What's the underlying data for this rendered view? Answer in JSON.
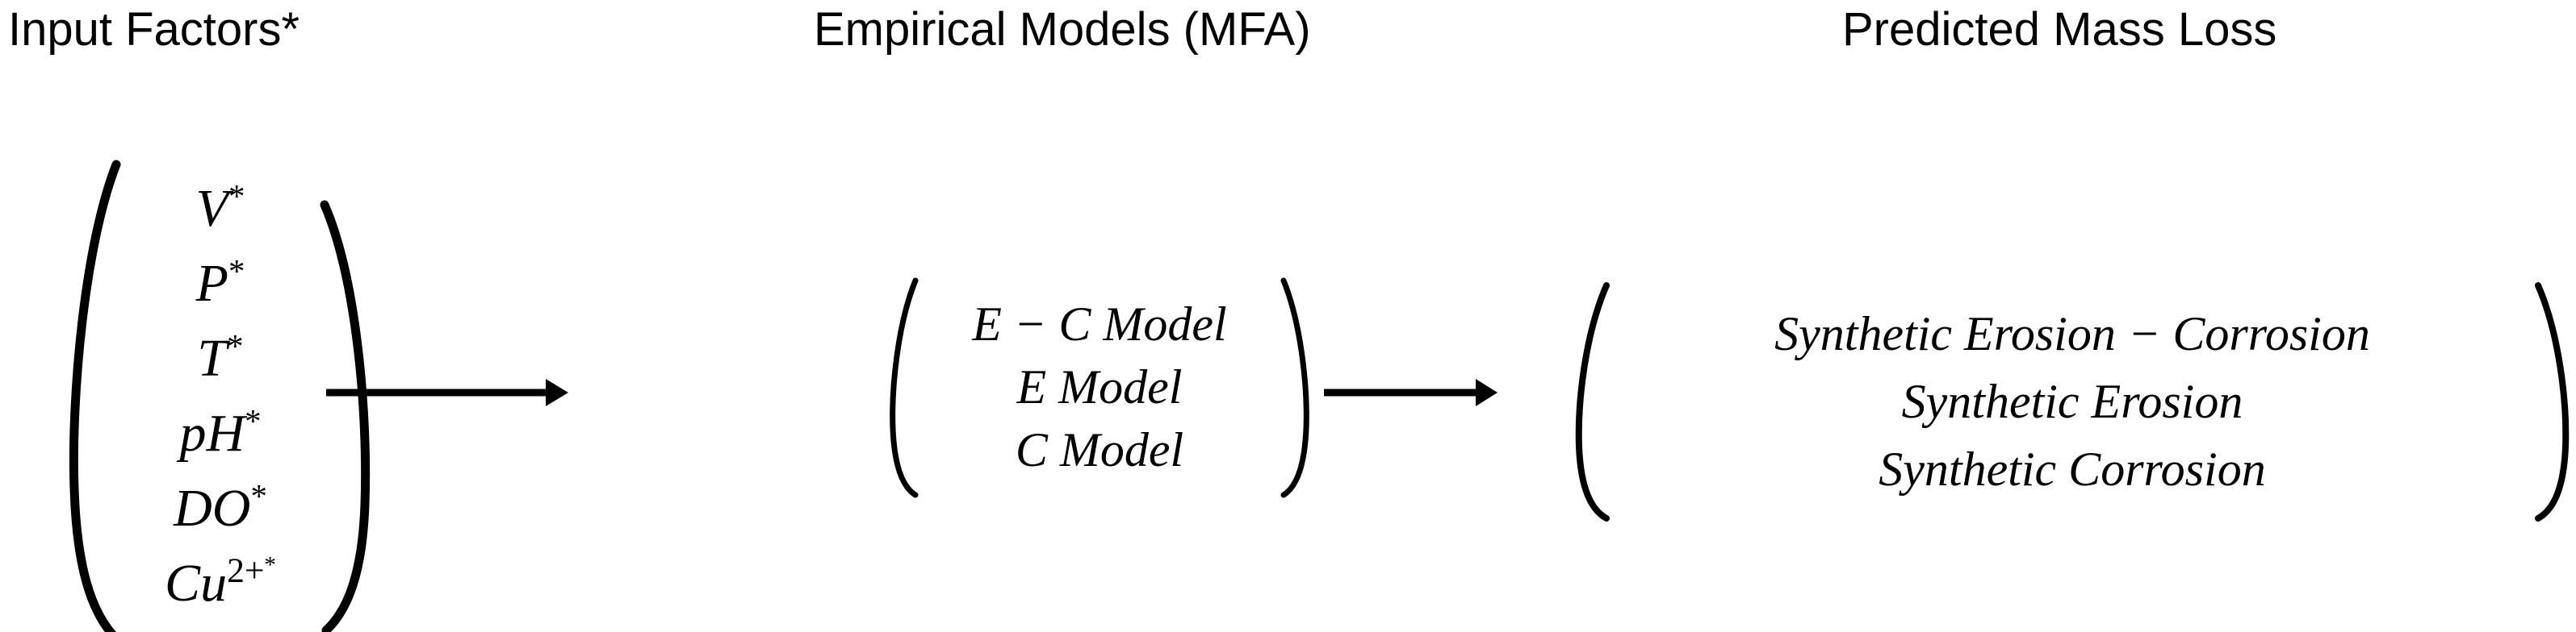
{
  "diagram": {
    "title_row": {
      "input_header": "Input Factors*",
      "models_header": "Empirical Models (MFA)",
      "output_header": "Predicted Mass Loss"
    },
    "input_vector": {
      "name": "input-factors-vector",
      "bracket": "parenthesis",
      "items": [
        {
          "base": "V",
          "superscript": "*"
        },
        {
          "base": "P",
          "superscript": "*"
        },
        {
          "base": "T",
          "superscript": "*"
        },
        {
          "base": "pH",
          "superscript": "*"
        },
        {
          "base": "DO",
          "superscript": "*"
        },
        {
          "base": "Cu",
          "superscript": "2+",
          "superscript2": "*"
        }
      ]
    },
    "models_vector": {
      "name": "empirical-models-vector",
      "bracket": "parenthesis",
      "items": [
        "E − C Model",
        "E Model",
        "C Model"
      ]
    },
    "output_vector": {
      "name": "predicted-mass-loss-vector",
      "bracket": "parenthesis",
      "items": [
        "Synthetic Erosion  − Corrosion",
        "Synthetic Erosion",
        "Synthetic Corrosion"
      ]
    },
    "arrows": [
      {
        "name": "arrow-input-to-models",
        "direction": "right"
      },
      {
        "name": "arrow-models-to-output",
        "direction": "right"
      }
    ],
    "colors": {
      "ink": "#000000",
      "background": "#ffffff"
    }
  }
}
